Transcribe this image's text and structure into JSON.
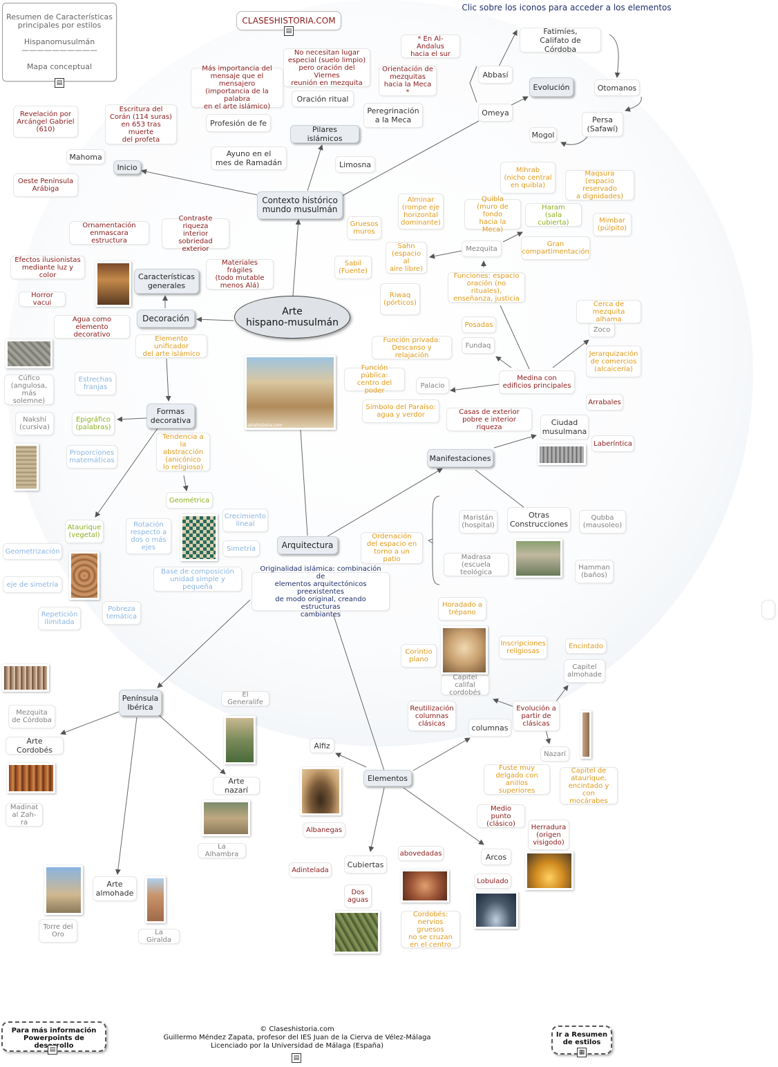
{
  "header": {
    "summary_box": "Resumen de Características\nprincipales por estilos\n\nHispanomusulmán\n——————————\n\nMapa conceptual",
    "site_button": "CLASESHISTORIA.COM",
    "instruction": "Clic sobre los iconos para acceder a los elementos"
  },
  "center": "Arte\nhispano-musulmán",
  "contexto": {
    "title": "Contexto histórico\nmundo musulmán",
    "inicio": "Inicio",
    "mahoma": "Mahoma",
    "oeste": "Oeste Península\nArábiga",
    "revelacion": "Revelación por\nArcángel Gabriel\n(610)",
    "escritura": "Escritura del\nCorán (114 suras)\nen 653 tras muerte\ndel profeta",
    "pilares": "Pilares islámicos",
    "importancia": "Más importancia del\nmensaje que el mensajero\n(importancia de la palabra\nen el arte islámico)",
    "no_necesitan": "No necesitan lugar\nespecial (suelo limpio)\npero oración del Viernes\nreunión en mezquita",
    "oracion": "Oración ritual",
    "profesion": "Profesión de fe",
    "ayuno": "Ayuno en el\nmes de Ramadán",
    "limosna": "Limosna",
    "peregrinacion": "Peregrinación\na la Meca",
    "orientacion": "Orientación de\nmezquitas\nhacia la Meca *",
    "al_andalus": "* En Al-Andalus\nhacia el sur",
    "abbasi": "Abbasí",
    "fatimies": "Fatimíes,\nCalifato de Córdoba",
    "evolucion": "Evolución",
    "otomanos": "Otomanos",
    "omeya": "Omeya",
    "persa": "Persa\n(Safawí)",
    "mogol": "Mogol"
  },
  "decoracion": {
    "title": "Decoración",
    "caracteristicas": "Características\ngenerales",
    "ornamentacion": "Ornamentación\nenmascara estructura",
    "contraste": "Contraste riqueza\ninterior sobriedad\nexterior",
    "efectos": "Efectos ilusionistas\nmediante luz y color",
    "materiales": "Materiales frágiles\n(todo mutable\nmenos Alá)",
    "horror": "Horror vacui",
    "agua": "Agua como\nelemento decorativo",
    "unificador": "Elemento unificador\ndel arte islámico",
    "formas": "Formas\ndecorativa",
    "cufico": "Cúfico\n(angulosa,\nmás solemne)",
    "estrechas": "Estrechas\nfranjas",
    "nakshi": "Nakshí\n(cursiva)",
    "epigrafico": "Epigráfico\n(palabras)",
    "tendencia": "Tendencia a la\nabstracción\n(anicónico\nlo religioso)",
    "proporciones": "Proporciones\nmatemáticas",
    "geometrica": "Geométrica",
    "ataurique": "Ataurique\n(vegetal)",
    "rotacion": "Rotación\nrespecto a\ndos o más\nejes",
    "crecimiento": "Crecimiento\nlineal",
    "simetria": "Simetría",
    "geometrizacion": "Geometrización",
    "eje": "eje de simetría",
    "base": "Base de composición\nunidad simple y pequeña",
    "repeticion": "Repetición\nilimitada",
    "pobreza": "Pobreza\ntemática"
  },
  "arquitectura": {
    "title": "Arquitectura",
    "originalidad": "Originalidad islámica: combinación de\nelementos arquitectónicos preexistentes\nde modo original, creando estructuras\ncambiantes",
    "ordenacion": "Ordenación\ndel espacio en\ntorno a un patio",
    "manifestaciones": "Manifestaciones",
    "otras": "Otras\nConstrucciones",
    "maristan": "Maristán\n(hospital)",
    "qubba": "Qubba\n(mausoleo)",
    "madrasa": "Madrasa\n(escuela teológica",
    "hamman": "Hamman\n(baños)",
    "ciudad": "Ciudad\nmusulmana",
    "laberintica": "Laberíntica",
    "arrabales": "Arrabales",
    "medina": "Medina con\nedificios principales",
    "casas": "Casas de exterior\npobre e interior riqueza",
    "palacio": "Palacio",
    "funcion_publica": "Función pública:\ncentro del poder",
    "simbolo": "Símbolo del Paraíso:\nagua y verdor",
    "funcion_privada": "Función privada:\nDescanso y relajación",
    "fundaq": "Fundaq",
    "posadas": "Posadas",
    "zoco": "Zoco",
    "cerca": "Cerca de\nmezquita alhama",
    "jerarquizacion": "Jerarquización\nde comercios\n(alcaicería)",
    "funciones": "Funciones: espacio\noración (no rituales),\nenseñanza, justicia",
    "mezquita": "Mezquita",
    "sahn": "Sahn\n(espacio al\naire libre)",
    "riwaq": "Riwaq\n(pórticos)",
    "sabil": "Sabil\n(Fuente)",
    "gruesos": "Gruesos\nmuros",
    "alminar": "Alminar\n(rompe eje\nhorizontal\ndominante)",
    "mihrab": "Mihrab\n(nicho central\nen quibla)",
    "maqsura": "Maqsura\n(espacio reservado\na dignidades)",
    "quibla": "Quibla\n(muro de fondo\nhacia la Meca)",
    "haram": "Haram\n(sala cubierta)",
    "mimbar": "Mimbar\n(púlpito)",
    "gran": "Gran\ncompartimentación"
  },
  "peninsula": {
    "title": "Península\nIbérica",
    "mezquita_cordoba": "Mezquita\nde Córdoba",
    "arte_cordobes": "Arte Cordobés",
    "madinat": "Madinat\nal Zah-ra",
    "generalife": "El Generalife",
    "arte_nazari": "Arte nazarí",
    "alhambra": "La Alhambra",
    "arte_almohade": "Arte\nalmohade",
    "torre": "Torre del\nOro",
    "giralda": "La Giralda"
  },
  "elementos": {
    "title": "Elementos",
    "horadado": "Horadado a\ntrépano",
    "corintio": "Corintio\nplano",
    "capitel_califal": "Capitel califal\ncordobés",
    "inscripciones": "Inscripciones\nreligiosas",
    "encintado": "Encintado",
    "capitel_almohade": "Capitel\nalmohade",
    "reutilizacion": "Reutilización\ncolumnas\nclásicas",
    "evolucion_clasicas": "Evolución a\npartir de\nclásicas",
    "columnas": "columnas",
    "nazari": "Nazarí",
    "alfiz": "Alfiz",
    "fuste": "Fuste muy\ndelgado con\nanillos superiores",
    "capitel_ataurique": "Capitel de\nataurique,\nencintado y\ncon mocárabes",
    "albanegas": "Albanegas",
    "medio_punto": "Medio punto\n(clásico)",
    "herradura": "Herradura\n(origen\nvisigodo)",
    "adintelada": "Adintelada",
    "cubiertas": "Cubiertas",
    "abovedadas": "abovedadas",
    "arcos": "Arcos",
    "dos_aguas": "Dos\naguas",
    "lobulado": "Lobulado",
    "cordobes_nervios": "Cordobés:\nnervios gruesos\nno se cruzan\nen el centro"
  },
  "image_captions": {
    "patio": "artehistoria.com"
  },
  "footer": {
    "left_button": "Para más información\nPowerpoints de desarrollo",
    "credits": "© Claseshistoria.com\nGuillermo Méndez Zapata, profesor del IES Juan de la Cierva de Vélez-Málaga\nLicenciado por la Universidad de Málaga (España)",
    "right_button": "Ir a Resumen\nde estilos"
  },
  "colors": {
    "key_node_bg": "#e9edf1",
    "dark_red": "#8b1a1a",
    "orange": "#e09a1a",
    "green": "#8db01e",
    "light_blue": "#8ab4e0",
    "grey": "#808080",
    "navy": "#1f2f6b"
  }
}
